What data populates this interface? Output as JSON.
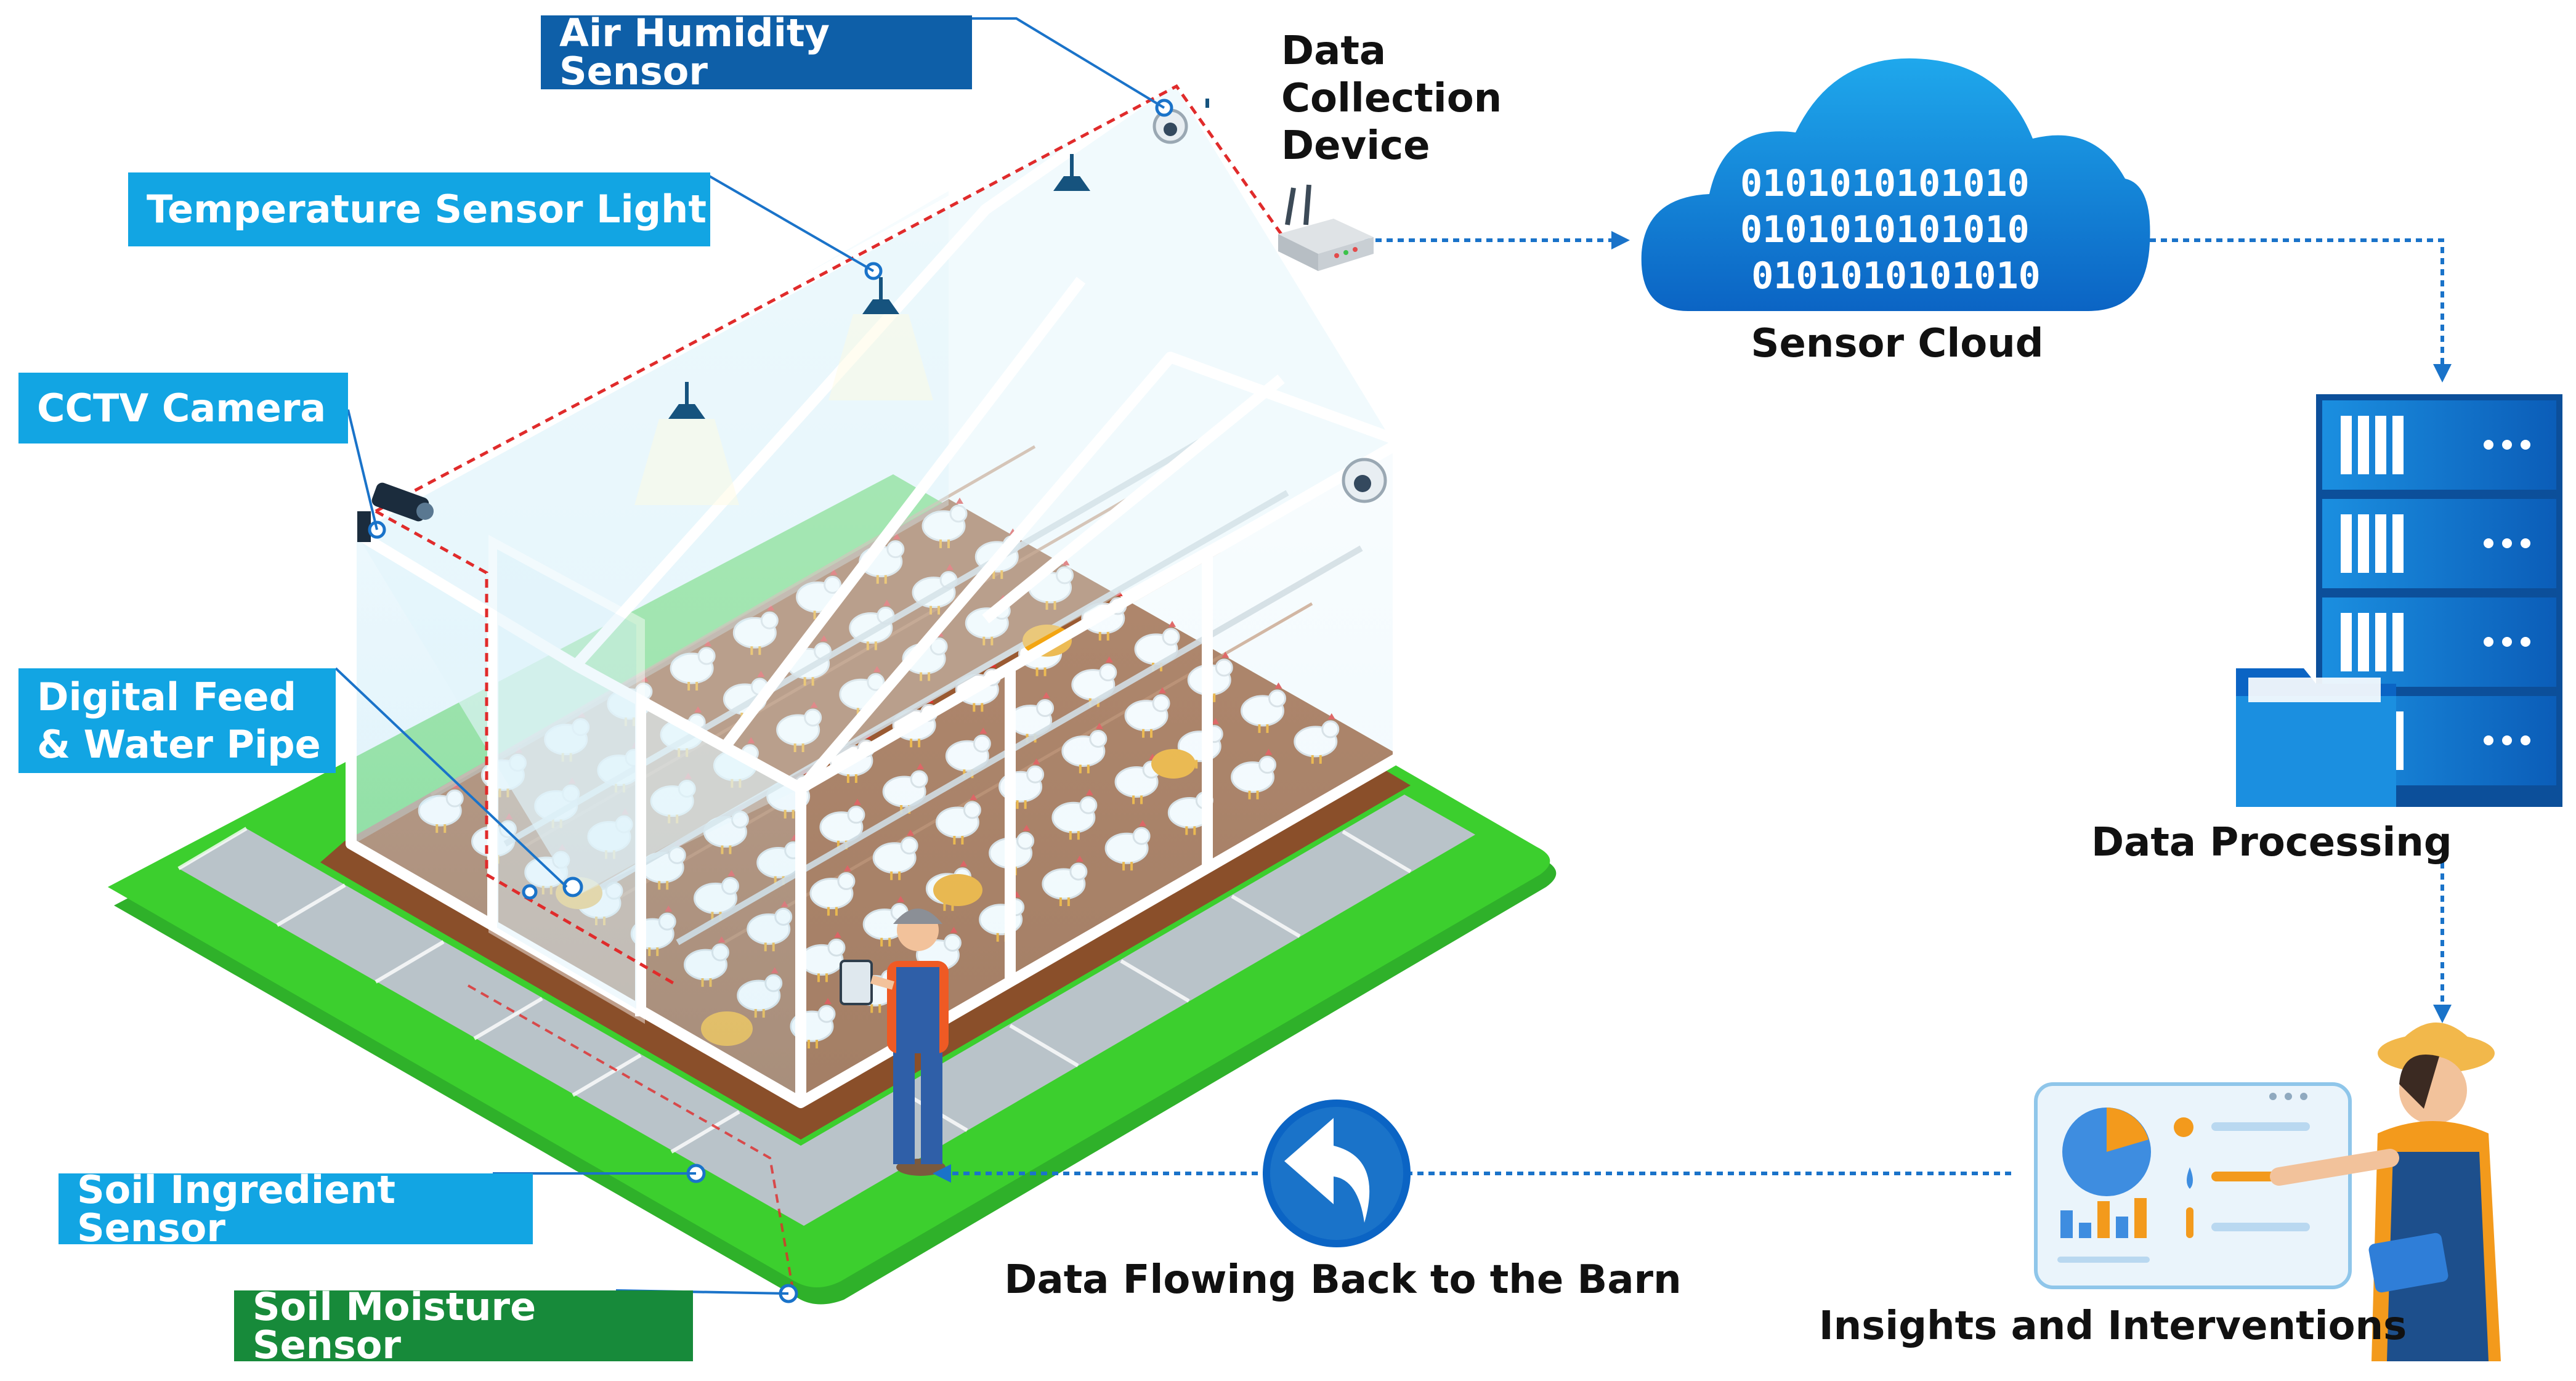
{
  "sensor_tags": {
    "air_humidity": "Air Humidity Sensor",
    "temperature": "Temperature Sensor Light",
    "cctv": "CCTV Camera",
    "feed_water": "Digital Feed\n& Water Pipe",
    "soil_ingredient": "Soil Ingredient Sensor",
    "soil_moisture": "Soil Moisture Sensor"
  },
  "flow_labels": {
    "data_collection_device": "Data\nCollection\nDevice",
    "sensor_cloud": "Sensor Cloud",
    "data_processing": "Data Processing",
    "insights": "Insights and Interventions",
    "flow_back": "Data Flowing Back to the Barn"
  },
  "cloud_binary": [
    "0101010101010",
    "0101010101010",
    "0101010101010"
  ],
  "colors": {
    "dark_blue_tag": "#0e5fa8",
    "sky_blue_tag": "#12a5e3",
    "green_tag": "#178a3a",
    "flow_line": "#1a73c9",
    "ground_green": "#3ccf2e",
    "floor_brown": "#9a5a32",
    "glass": "#d8f0fb"
  },
  "icons": [
    "router-icon",
    "cloud-icon",
    "server-rack-icon",
    "folder-icon",
    "dashboard-icon",
    "return-arrow-icon",
    "cctv-camera-icon",
    "dome-camera-icon",
    "ceiling-lamp-icon",
    "farmer-icon",
    "chicken-icon"
  ]
}
